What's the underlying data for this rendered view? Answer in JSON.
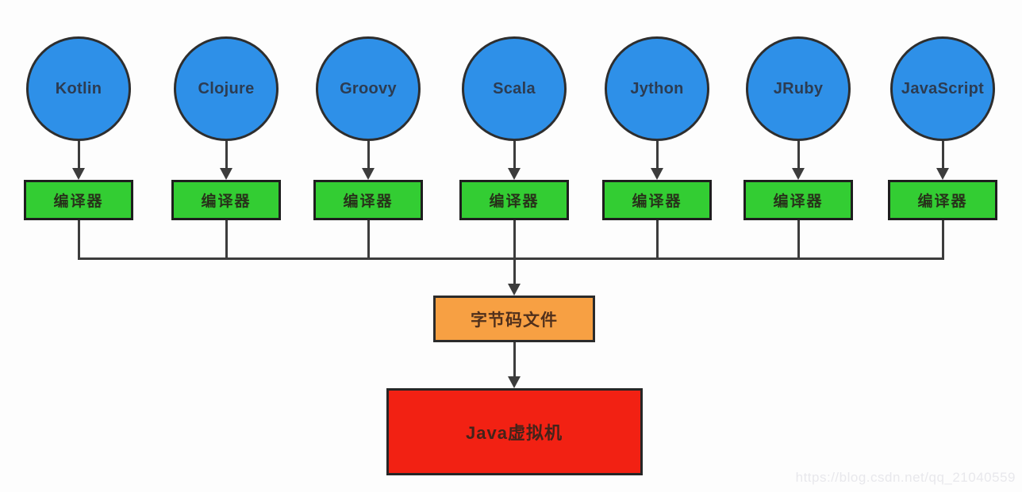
{
  "diagram": {
    "languages": [
      {
        "label": "Kotlin"
      },
      {
        "label": "Clojure"
      },
      {
        "label": "Groovy"
      },
      {
        "label": "Scala"
      },
      {
        "label": "Jython"
      },
      {
        "label": "JRuby"
      },
      {
        "label": "JavaScript"
      }
    ],
    "compiler_label": "编译器",
    "bytecode_label": "字节码文件",
    "jvm_label": "Java虚拟机",
    "watermark": "https://blog.csdn.net/qq_21040559",
    "colors": {
      "circle_fill": "#2e90e8",
      "circle_border": "#2e2e2e",
      "circle_text": "#2c3c52",
      "compiler_fill": "#33cd33",
      "compiler_border": "#1e1e1e",
      "compiler_text": "#27331a",
      "bytecode_fill": "#f7a043",
      "bytecode_border": "#2b2b2b",
      "bytecode_text": "#50301c",
      "jvm_fill": "#f22113",
      "jvm_border": "#262626",
      "jvm_text": "#44231a",
      "line": "#3c3c3c",
      "watermark_text": "#e8e8ec"
    }
  }
}
